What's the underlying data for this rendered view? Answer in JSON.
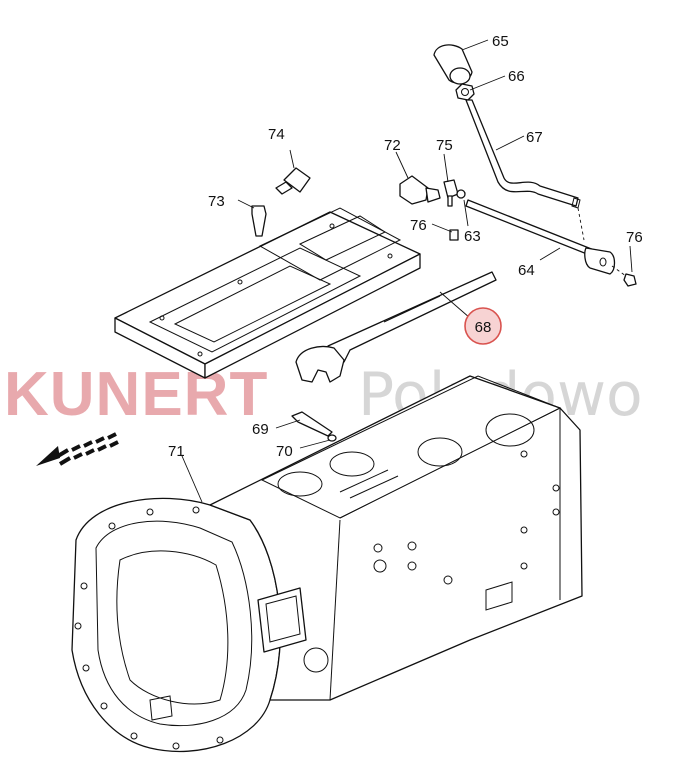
{
  "watermark": {
    "brand": "KUNERT",
    "location": "Poladowo"
  },
  "callouts": [
    {
      "id": "65",
      "text": "65",
      "highlighted": false
    },
    {
      "id": "66",
      "text": "66",
      "highlighted": false
    },
    {
      "id": "67",
      "text": "67",
      "highlighted": false
    },
    {
      "id": "74",
      "text": "74",
      "highlighted": false
    },
    {
      "id": "72",
      "text": "72",
      "highlighted": false
    },
    {
      "id": "75",
      "text": "75",
      "highlighted": false
    },
    {
      "id": "73",
      "text": "73",
      "highlighted": false
    },
    {
      "id": "76a",
      "text": "76",
      "highlighted": false
    },
    {
      "id": "63",
      "text": "63",
      "highlighted": false
    },
    {
      "id": "76b",
      "text": "76",
      "highlighted": false
    },
    {
      "id": "64",
      "text": "64",
      "highlighted": false
    },
    {
      "id": "68",
      "text": "68",
      "highlighted": true
    },
    {
      "id": "69",
      "text": "69",
      "highlighted": false
    },
    {
      "id": "70",
      "text": "70",
      "highlighted": false
    },
    {
      "id": "71",
      "text": "71",
      "highlighted": false
    }
  ],
  "colors": {
    "highlight_fill": "#f7d3d3",
    "highlight_stroke": "#d9534f",
    "watermark_red": "#e8a9ad",
    "watermark_grey": "#d6d6d6",
    "line": "#111111"
  },
  "icons": {
    "direction": "dashed-arrow-left-icon"
  }
}
